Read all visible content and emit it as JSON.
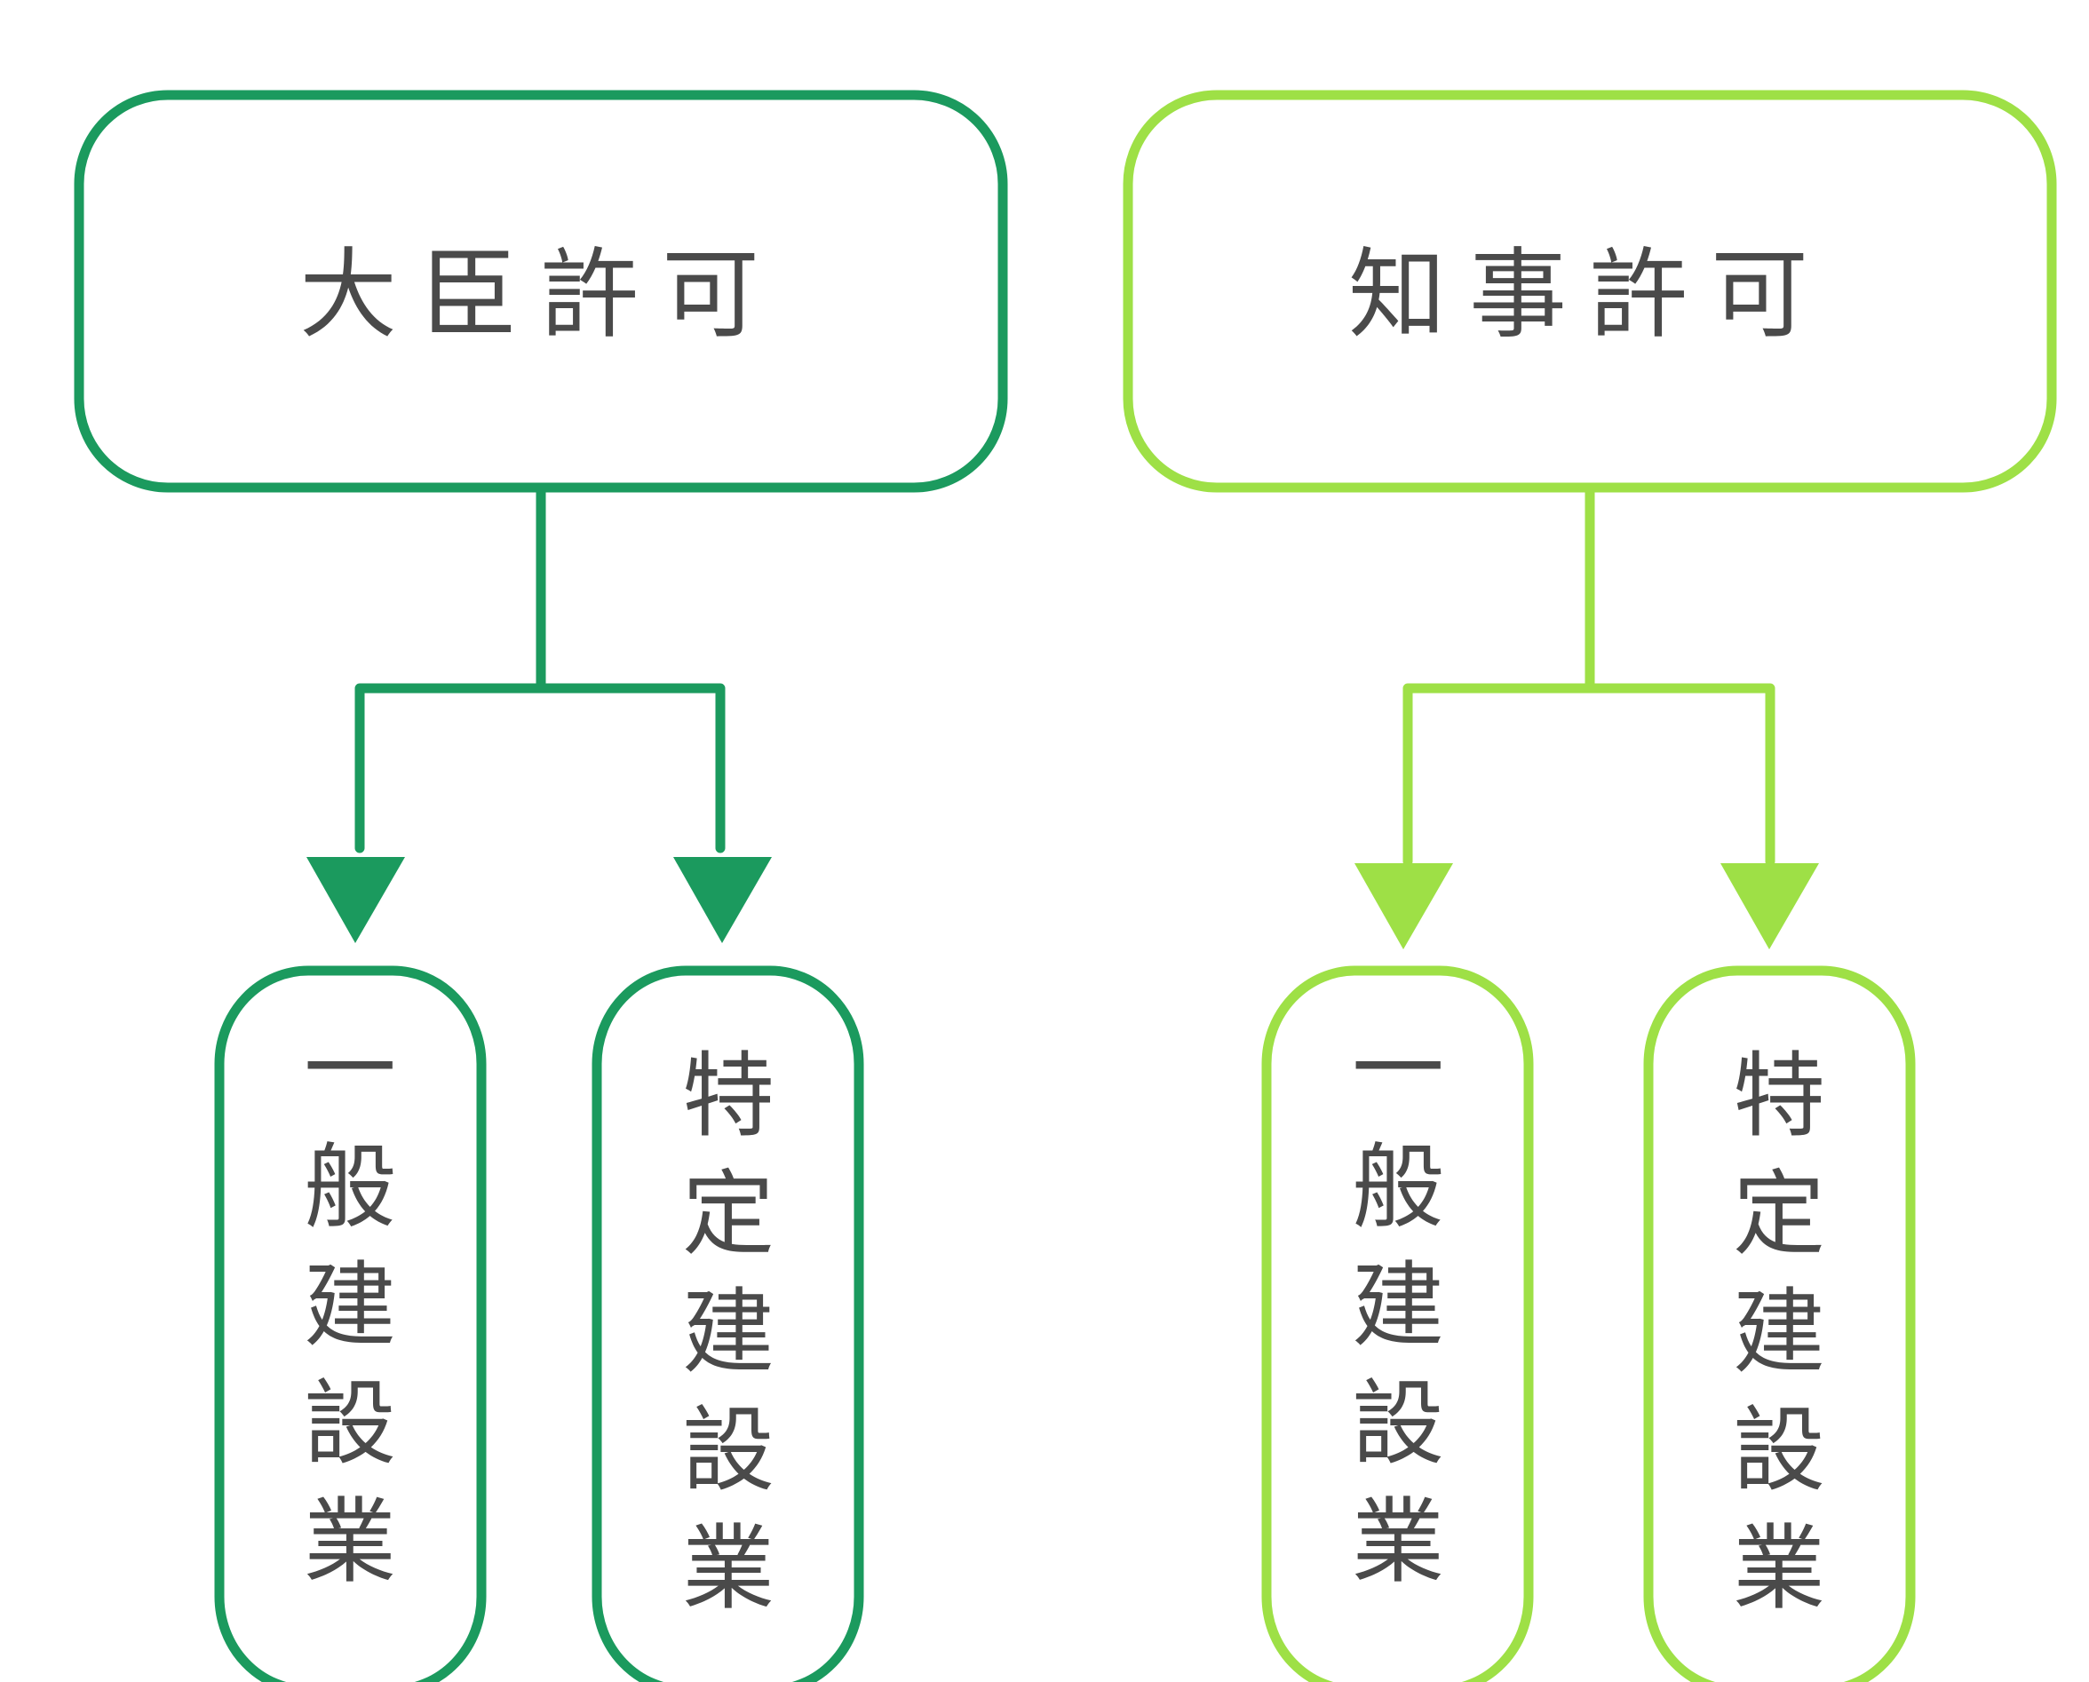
{
  "colors": {
    "dark_green": "#1b9a5e",
    "light_green": "#9ee046",
    "text": "#4a4a4a"
  },
  "groups": [
    {
      "title": "大臣許可",
      "children": [
        "一般建設業",
        "特定建設業"
      ]
    },
    {
      "title": "知事許可",
      "children": [
        "一般建設業",
        "特定建設業"
      ]
    }
  ]
}
